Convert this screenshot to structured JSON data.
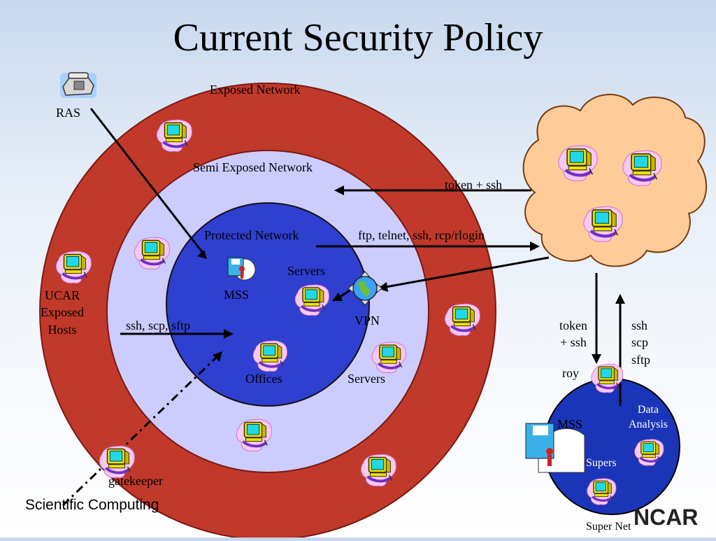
{
  "title": "Current Security Policy",
  "zones": {
    "exposed": "Exposed Network",
    "semi": "Semi Exposed Network",
    "protected": "Protected Network",
    "supernet": "Super Net"
  },
  "nodes": {
    "ras": "RAS",
    "ucar_hosts": [
      "UCAR",
      "Exposed",
      "Hosts"
    ],
    "mss": "MSS",
    "servers_top": "Servers",
    "vpn": "VPN",
    "offices": "Offices",
    "servers_bottom": "Servers",
    "gatekeeper": "gatekeeper",
    "roy": "roy",
    "supernet_mss": "MSS",
    "data_analysis": [
      "Data",
      "Analysis"
    ],
    "supers": "Supers"
  },
  "flows": {
    "token_ssh": "token + ssh",
    "ftp_telnet": "ftp, telnet, ssh, rcp/rlogin",
    "ssh_scp_sftp": "ssh, scp, sftp",
    "token_ssh_down": [
      "token",
      "+ ssh"
    ],
    "ssh_scp_sftp_up": [
      "ssh",
      "scp",
      "sftp"
    ]
  },
  "footer": {
    "scientific_computing": "Scientific Computing",
    "ncar_logo": "NCAR"
  },
  "colors": {
    "exposed_ring": "#c0392b",
    "semi_ring": "#ccccff",
    "protected_core": "#2f3fd0",
    "supernet_core": "#1a35b8",
    "cloud": "#ffcc99"
  },
  "icons": [
    "telephone-icon",
    "computer-icon",
    "disk-icon",
    "globe-icon",
    "cloud-icon"
  ]
}
